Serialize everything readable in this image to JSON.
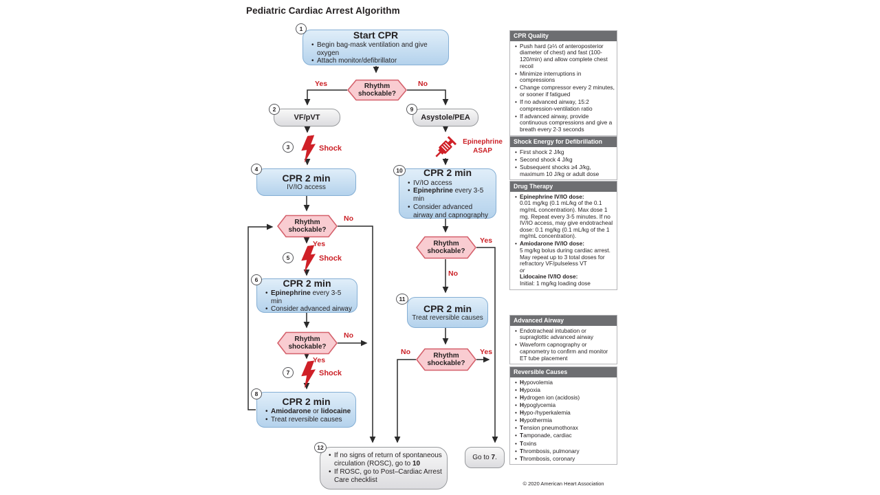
{
  "title": "Pediatric Cardiac Arrest Algorithm",
  "footer": "© 2020 American Heart Association",
  "labels": {
    "yes": "Yes",
    "no": "No",
    "shock": "Shock",
    "rhythm_line1": "Rhythm",
    "rhythm_line2": "shockable?",
    "epi_line1": "Epinephrine",
    "epi_line2": "ASAP"
  },
  "steps": {
    "s1": {
      "num": "1",
      "title": "Start CPR",
      "b1": "Begin bag-mask ventilation and give oxygen",
      "b2": "Attach monitor/defibrillator"
    },
    "s2": {
      "num": "2",
      "label": "VF/pVT"
    },
    "s3": {
      "num": "3"
    },
    "s4": {
      "num": "4",
      "title": "CPR 2 min",
      "sub": "IV/IO access"
    },
    "s5": {
      "num": "5"
    },
    "s6": {
      "num": "6",
      "title": "CPR 2 min",
      "b1": [
        {
          "t": "Epinephrine",
          "b": true
        },
        {
          "t": " every 3-5 min"
        }
      ],
      "b2": [
        {
          "t": "Consider advanced airway"
        }
      ]
    },
    "s7": {
      "num": "7"
    },
    "s8": {
      "num": "8",
      "title": "CPR 2 min",
      "b1": [
        {
          "t": "Amiodarone",
          "b": true
        },
        {
          "t": " or "
        },
        {
          "t": "lidocaine",
          "b": true
        }
      ],
      "b2": [
        {
          "t": "Treat reversible causes"
        }
      ]
    },
    "s9": {
      "num": "9",
      "label": "Asystole/PEA"
    },
    "s10": {
      "num": "10",
      "title": "CPR 2 min",
      "b1": [
        {
          "t": "IV/IO access"
        }
      ],
      "b2": [
        {
          "t": "Epinephrine",
          "b": true
        },
        {
          "t": " every 3-5 min"
        }
      ],
      "b3": [
        {
          "t": "Consider advanced airway and capnography"
        }
      ]
    },
    "s11": {
      "num": "11",
      "title": "CPR 2 min",
      "sub": "Treat reversible causes"
    },
    "s12": {
      "num": "12",
      "b1": [
        {
          "t": "If no signs of return of spontaneous circulation (ROSC), go to "
        },
        {
          "t": "10",
          "b": true
        }
      ],
      "b2": [
        {
          "t": "If ROSC, go to Post–Cardiac Arrest Care checklist"
        }
      ]
    },
    "goto7": [
      {
        "t": "Go to "
      },
      {
        "t": "7",
        "b": true
      },
      {
        "t": "."
      }
    ]
  },
  "panel": {
    "sections": [
      {
        "header": "CPR Quality",
        "bullets": [
          "Push hard (≥⅓ of anteroposterior diameter of chest) and fast (100-120/min) and allow complete chest recoil",
          "Minimize interruptions in compressions",
          "Change compressor every 2 minutes, or sooner if fatigued",
          "If no advanced airway, 15:2 compression-ventilation ratio",
          "If advanced airway, provide continuous compressions and give a breath every 2-3 seconds"
        ]
      },
      {
        "header": "Shock Energy for Defibrillation",
        "bullets": [
          "First shock 2 J/kg",
          "Second shock 4 J/kg",
          "Subsequent shocks ≥4 J/kg, maximum 10 J/kg or adult dose"
        ]
      },
      {
        "header": "Drug Therapy",
        "bullets": [
          [
            {
              "t": "Epinephrine IV/IO dose:",
              "b": true
            },
            {
              "br": true
            },
            {
              "t": "0.01 mg/kg (0.1 mL/kg of the 0.1 mg/mL concentration). Max dose 1 mg. Repeat every 3-5 minutes. If no IV/IO access, may give endotracheal dose: 0.1 mg/kg (0.1 mL/kg of the 1 mg/mL concentration)."
            }
          ],
          [
            {
              "t": "Amiodarone IV/IO dose:",
              "b": true
            },
            {
              "br": true
            },
            {
              "t": "5 mg/kg bolus during cardiac arrest. May repeat up to 3 total doses for refractory VF/pulseless VT"
            },
            {
              "br": true
            },
            {
              "t": "or",
              "i": true
            },
            {
              "br": true
            },
            {
              "t": "Lidocaine IV/IO dose:",
              "b": true
            },
            {
              "br": true
            },
            {
              "t": "Initial: 1 mg/kg loading dose"
            }
          ]
        ]
      },
      {
        "header": "Advanced Airway",
        "bullets": [
          "Endotracheal intubation or supraglottic advanced airway",
          "Waveform capnography or capnometry to confirm and monitor ET tube placement"
        ]
      },
      {
        "header": "Reversible Causes",
        "bullets": [
          [
            {
              "t": "H",
              "b": true
            },
            {
              "t": "ypovolemia"
            }
          ],
          [
            {
              "t": "H",
              "b": true
            },
            {
              "t": "ypoxia"
            }
          ],
          [
            {
              "t": "H",
              "b": true
            },
            {
              "t": "ydrogen ion (acidosis)"
            }
          ],
          [
            {
              "t": "H",
              "b": true
            },
            {
              "t": "ypoglycemia"
            }
          ],
          [
            {
              "t": "H",
              "b": true
            },
            {
              "t": "ypo-/hyperkalemia"
            }
          ],
          [
            {
              "t": "H",
              "b": true
            },
            {
              "t": "ypothermia"
            }
          ],
          [
            {
              "t": "T",
              "b": true
            },
            {
              "t": "ension pneumothorax"
            }
          ],
          [
            {
              "t": "T",
              "b": true
            },
            {
              "t": "amponade, cardiac"
            }
          ],
          [
            {
              "t": "T",
              "b": true
            },
            {
              "t": "oxins"
            }
          ],
          [
            {
              "t": "T",
              "b": true
            },
            {
              "t": "hrombosis, pulmonary"
            }
          ],
          [
            {
              "t": "T",
              "b": true
            },
            {
              "t": "hrombosis, coronary"
            }
          ]
        ]
      }
    ]
  }
}
